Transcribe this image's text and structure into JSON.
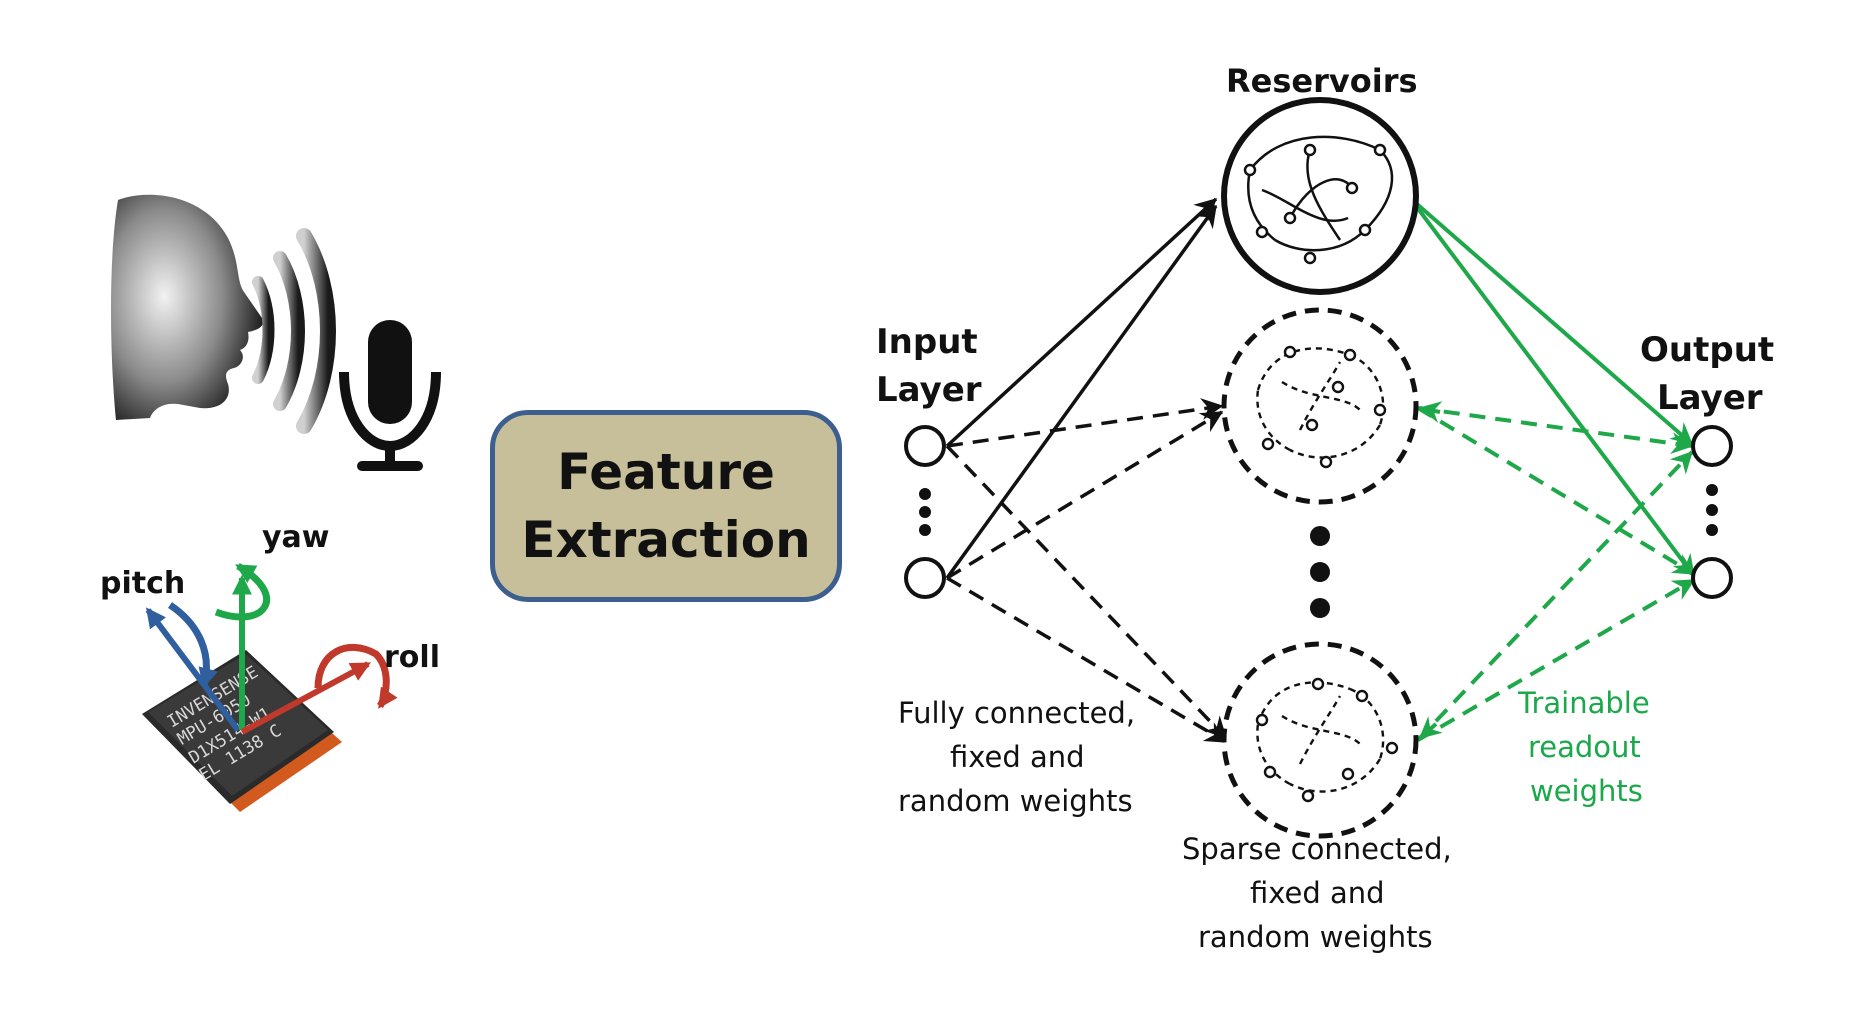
{
  "sensors": {
    "axis_labels": {
      "yaw": "yaw",
      "pitch": "pitch",
      "roll": "roll"
    },
    "chip_text": [
      "INVENSENSE",
      "MPU-6050",
      "D1X514-W1",
      "EL 1138 C"
    ],
    "colors": {
      "pitch": "#2f5f9e",
      "yaw": "#1fa84a",
      "roll": "#c0392b"
    },
    "icons": [
      "speaking-head-icon",
      "sound-waves-icon",
      "microphone-icon",
      "imu-chip-icon"
    ]
  },
  "feature_box": {
    "line1": "Feature",
    "line2": "Extraction",
    "fill": "#c6bf9a",
    "border": "#3d5f8f"
  },
  "network": {
    "reservoirs_title": "Reservoirs",
    "input_layer": [
      "Input",
      "Layer"
    ],
    "output_layer": [
      "Output",
      "Layer"
    ],
    "fully_connected": [
      "Fully connected,",
      "fixed and",
      "random weights"
    ],
    "sparse_connected": [
      "Sparse connected,",
      "fixed and",
      "random weights"
    ],
    "trainable": [
      "Trainable",
      "readout",
      "weights"
    ],
    "colors": {
      "fixed": "#111111",
      "trainable": "#1fa84a"
    }
  }
}
